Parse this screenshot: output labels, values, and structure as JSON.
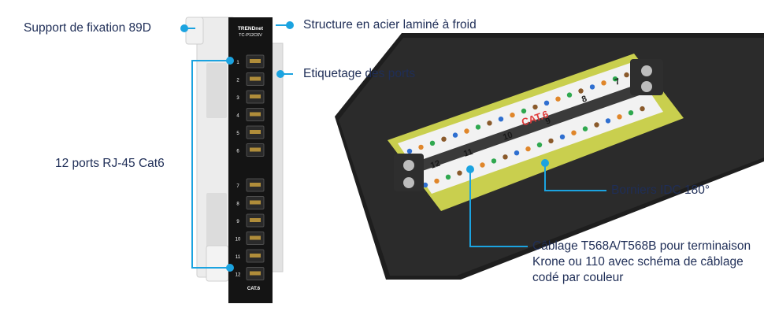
{
  "panel": {
    "brand": "TRENDnet",
    "model": "TC-P12C6V",
    "ports_top": [
      "1",
      "2",
      "3",
      "4",
      "5",
      "6"
    ],
    "ports_bottom": [
      "7",
      "8",
      "9",
      "10",
      "11",
      "12"
    ],
    "category_mark": "CAT.6"
  },
  "closeup": {
    "category_mark": "CAT.6",
    "module_numbers": [
      "12",
      "11",
      "10",
      "9",
      "8",
      "7"
    ]
  },
  "callouts": {
    "bracket": "Support de fixation 89D",
    "structure": "Structure en acier laminé à froid",
    "labeling": "Etiquetage des ports",
    "ports": "12 ports RJ-45 Cat6",
    "idc": "Borniers IDC 180°",
    "wiring": "Câblage T568A/T568B pour terminaison Krone ou 110 avec schéma de câblage codé par couleur"
  },
  "colors": {
    "accent": "#1ba3e0",
    "text": "#1f2e57",
    "panel": "#141414",
    "bracket": "#e9e9e9",
    "board": "#c9cf4e",
    "module": "#f2f2f2"
  }
}
